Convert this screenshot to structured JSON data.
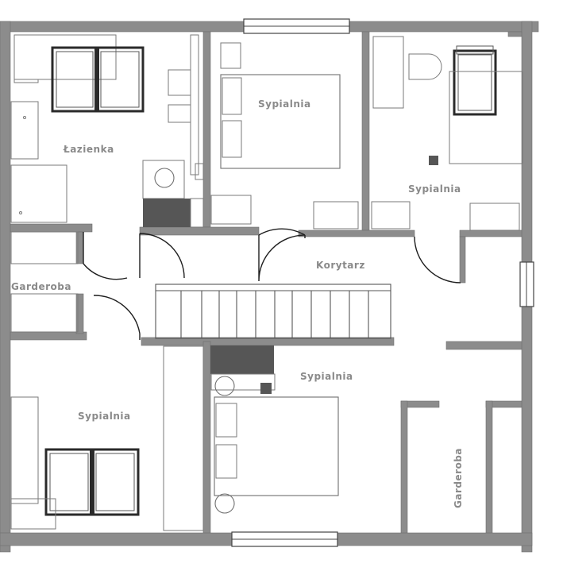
{
  "rooms": {
    "lazienka": "Łazienka",
    "sypialnia_top_center": "Sypialnia",
    "sypialnia_top_right": "Sypialnia",
    "korytarz": "Korytarz",
    "garderoba_left": "Garderoba",
    "sypialnia_bottom_left": "Sypialnia",
    "sypialnia_bottom_center": "Sypialnia",
    "garderoba_right": "Garderoba"
  }
}
